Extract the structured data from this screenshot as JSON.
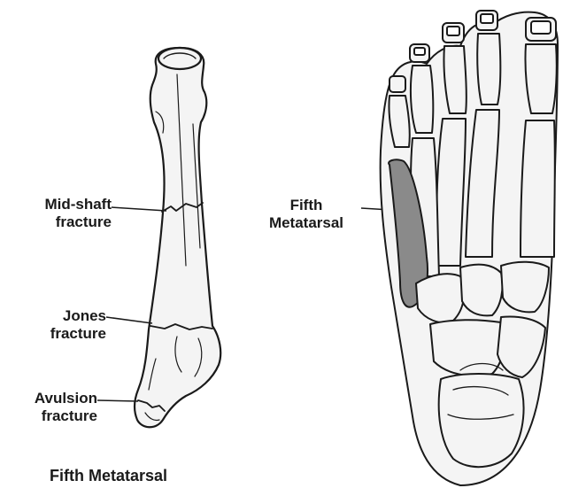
{
  "labels": {
    "mid_shaft": [
      "Mid-shaft",
      "fracture"
    ],
    "jones": [
      "Jones",
      "fracture"
    ],
    "avulsion": [
      "Avulsion",
      "fracture"
    ],
    "fifth_metatarsal_foot": [
      "Fifth",
      "Metatarsal"
    ]
  },
  "caption": "Fifth Metatarsal",
  "colors": {
    "bone_fill": "#f4f4f4",
    "outline": "#1a1a1a",
    "highlight": "#8a8a8a",
    "text": "#1a1a1a"
  }
}
